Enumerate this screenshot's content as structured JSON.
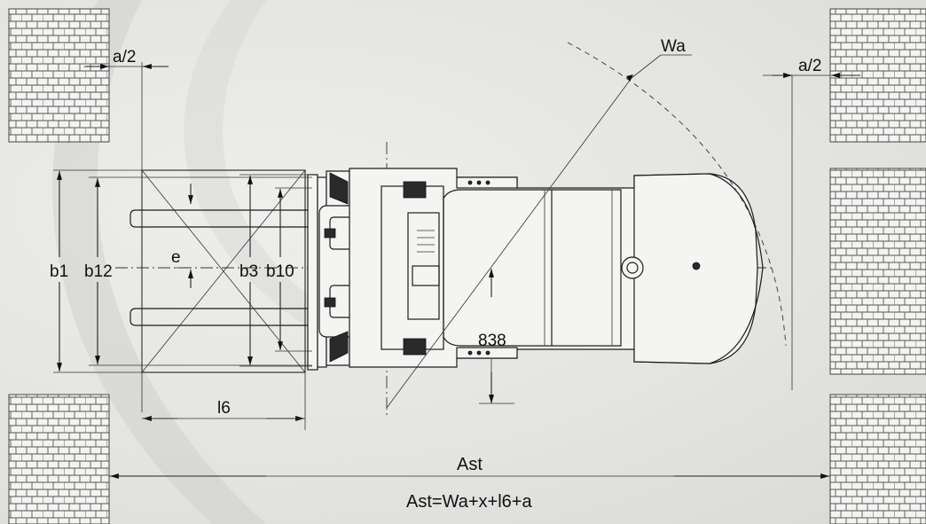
{
  "labels": {
    "half_a_left": "a/2",
    "half_a_right": "a/2",
    "wa": "Wa",
    "b1": "b1",
    "b12": "b12",
    "e": "e",
    "b3": "b3",
    "b10": "b10",
    "dim_838": "838",
    "l6": "l6",
    "ast": "Ast",
    "formula": "Ast=Wa+x+l6+a"
  },
  "colors": {
    "line": "#222222",
    "background": "#e6e6e4"
  }
}
